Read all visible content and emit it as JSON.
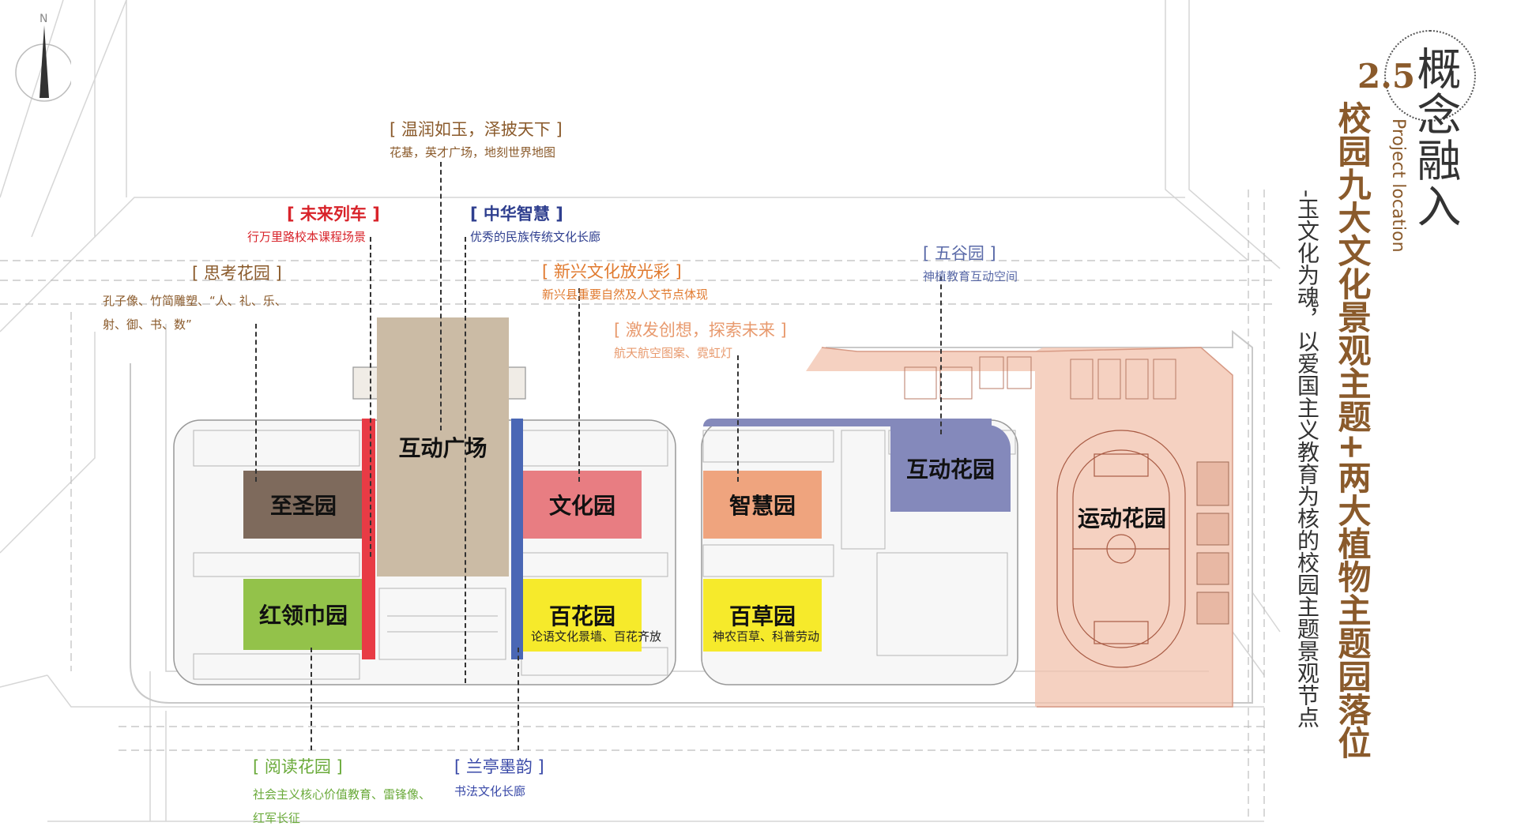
{
  "compass": {
    "north": "N"
  },
  "header": {
    "section_no": "2.5",
    "title": "概念融入",
    "subtitle_en": "Project location",
    "headline_col1": "校园九大文化景观主题+两大植物主题园落位",
    "headline_col2": "-玉文化为魂，以爱国主义教育为核的校园主题景观节点"
  },
  "zones": {
    "zhisheng": "至圣园",
    "hudong_guangchang": "互动广场",
    "wenhua": "文化园",
    "zhihui": "智慧园",
    "hudong_huayuan": "互动花园",
    "yundong": "运动花园",
    "honglingjin": "红领巾园",
    "baihua": "百花园",
    "baihua_sub": "论语文化景墙、百花齐放",
    "baicao": "百草园",
    "baicao_sub": "神农百草、科普劳动"
  },
  "callouts": {
    "wenrun": {
      "title": "[ 温润如玉，泽披天下 ]",
      "desc": "花基，英才广场，地刻世界地图"
    },
    "weilai": {
      "title": "[ 未来列车 ]",
      "desc": "行万里路校本课程场景"
    },
    "zhonghua": {
      "title": "[ 中华智慧 ]",
      "desc": "优秀的民族传统文化长廊"
    },
    "sikao": {
      "title": "[ 思考花园 ]",
      "desc": "孔子像、竹简雕塑、“人、礼、乐、射、御、书、数”"
    },
    "xinxing": {
      "title": "[ 新兴文化放光彩 ]",
      "desc": "新兴县重要自然及人文节点体现"
    },
    "jifa": {
      "title": "[ 激发创想，探索未来 ]",
      "desc": "航天航空图案、霓虹灯"
    },
    "wugu": {
      "title": "[ 五谷园 ]",
      "desc": "神植教育互动空间"
    },
    "yuedu": {
      "title": "[ 阅读花园 ]",
      "desc": "社会主义核心价值教育、雷锋像、红军长征"
    },
    "lanting": {
      "title": "[ 兰亭墨韵 ]",
      "desc": "书法文化长廊"
    }
  },
  "colors": {
    "brown_title": "#8a5a2b",
    "red_title": "#d8232a",
    "navy_title": "#2f3f8f",
    "orange_title": "#e07a2f",
    "salmon_title": "#e89a6e",
    "slate_title": "#5a6aa8",
    "green_title": "#6aaa3a",
    "blue_title": "#3a4aa8",
    "zone_brown": "#7e6a5c",
    "zone_beige": "#cbbba5",
    "zone_pink": "#e87d82",
    "zone_peach": "#efa47e",
    "zone_lavender": "#8489bb",
    "zone_salmon": "#f2c1ac",
    "zone_green": "#93c24a",
    "zone_yellow": "#f6ea2b",
    "bar_red": "#e83b45",
    "bar_blue": "#4a67b5"
  }
}
